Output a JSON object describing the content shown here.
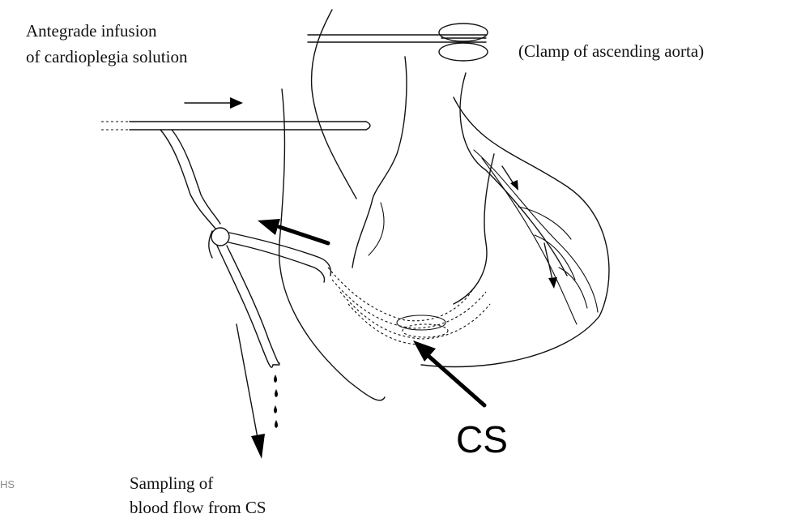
{
  "labels": {
    "antegrade_line1": "Antegrade infusion",
    "antegrade_line2": "of cardioplegia solution",
    "clamp": "(Clamp of ascending aorta)",
    "cs": "CS",
    "sampling_line1": "Sampling of",
    "sampling_line2": "blood flow from CS",
    "stray_fragment": "HS"
  }
}
